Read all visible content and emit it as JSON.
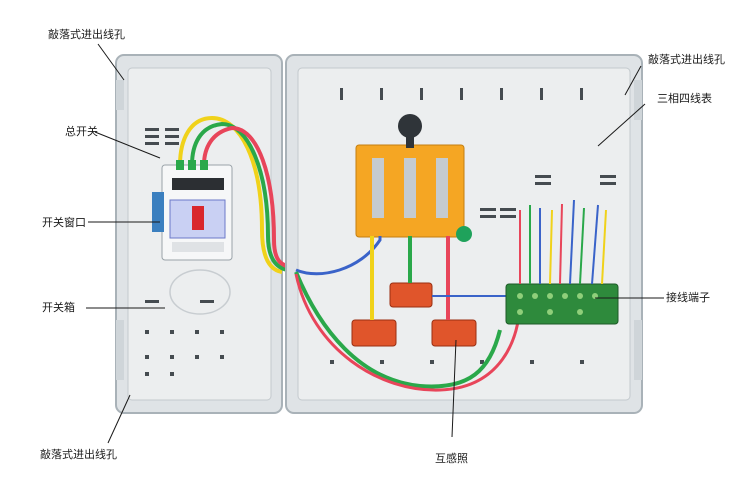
{
  "labels": {
    "knockout_top_left": "敲落式进出线孔",
    "knockout_top_right": "敲落式进出线孔",
    "three_phase_meter": "三相四线表",
    "main_switch": "总开关",
    "switch_window": "开关窗口",
    "switch_box": "开关箱",
    "terminal_block": "接线端子",
    "knockout_bottom_left": "敲落式进出线孔",
    "transformer": "互感照"
  },
  "colors": {
    "frame": "#b9c1c7",
    "panel": "#e9ebec",
    "wire_yellow": "#f0d21a",
    "wire_green": "#2aa84a",
    "wire_red": "#e8455a",
    "wire_blue": "#3a63c9",
    "knife_switch": "#f5a623",
    "transformer": "#e0552b",
    "terminal_board": "#2e8a3c"
  }
}
